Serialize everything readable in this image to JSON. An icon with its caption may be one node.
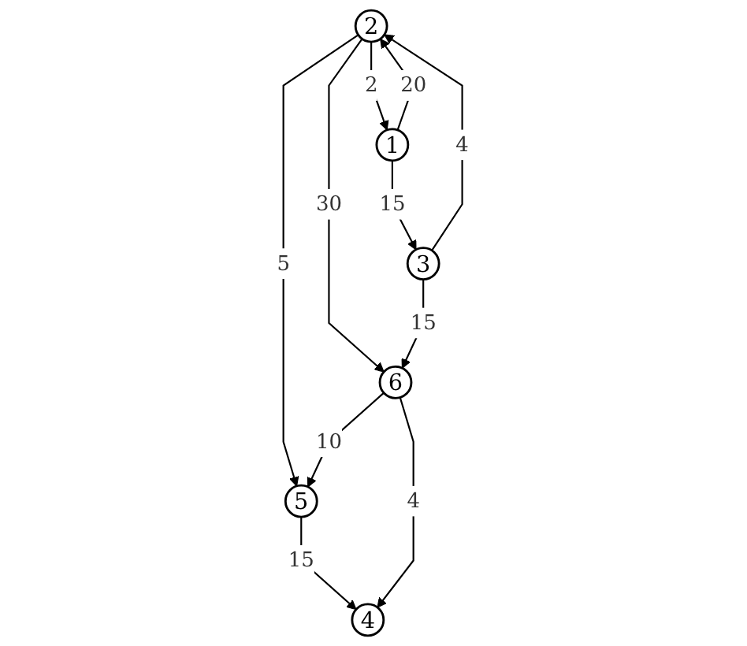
{
  "diagram": {
    "nodes": [
      {
        "text": [
          "5"
        ]
      },
      {
        "text": [
          "2"
        ]
      },
      {
        "text": [
          "4"
        ]
      },
      {
        "text": [
          "1"
        ]
      },
      {
        "text": [
          "6"
        ]
      },
      {
        "text": [
          "3"
        ]
      }
    ],
    "edges": [
      {
        "from": 1,
        "to": 0,
        "arrow": "to",
        "label": "5"
      },
      {
        "from": 0,
        "to": 2,
        "arrow": "to",
        "label": "15"
      },
      {
        "from": 1,
        "to": 3,
        "arrow": "to",
        "label": "2"
      },
      {
        "from": 3,
        "to": 1,
        "arrow": "to",
        "label": "20"
      },
      {
        "from": 1,
        "to": 4,
        "arrow": "to",
        "label": "30"
      },
      {
        "from": 5,
        "to": 1,
        "arrow": "to",
        "label": "4"
      },
      {
        "from": 3,
        "to": 5,
        "arrow": "to",
        "label": "15"
      },
      {
        "from": 4,
        "to": 0,
        "arrow": "to",
        "label": "10"
      },
      {
        "from": 4,
        "to": 2,
        "arrow": "to",
        "label": "4"
      },
      {
        "from": 5,
        "to": 4,
        "arrow": "to",
        "label": "15"
      }
    ]
  }
}
